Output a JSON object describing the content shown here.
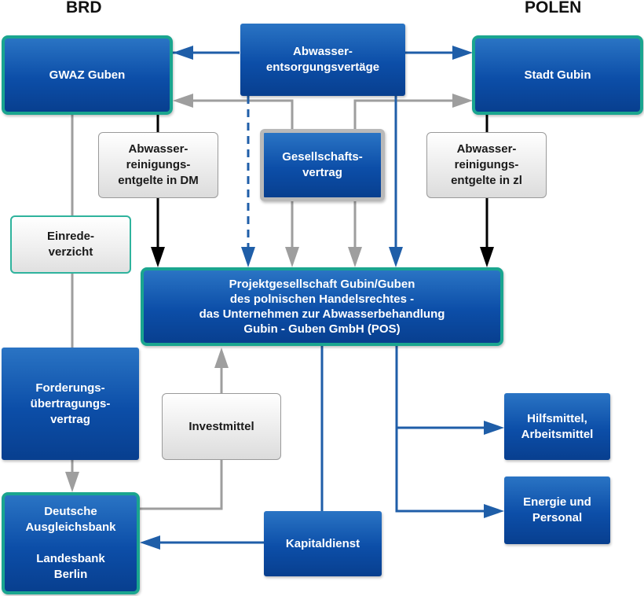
{
  "headers": {
    "left": "BRD",
    "right": "POLEN"
  },
  "nodes": {
    "gwaz": "GWAZ Guben",
    "abwasser_vertraege": "Abwasser-\nentsorgungsvertäge",
    "stadt_gubin": "Stadt Gubin",
    "entgelte_dm": "Abwasser-\nreinigungs-\nentgelte in DM",
    "gesellschaftsvertrag": "Gesellschafts-\nvertrag",
    "entgelte_zl": "Abwasser-\nreinigungs-\nentgelte in zl",
    "einredeverzicht": "Einrede-\nverzicht",
    "pos": "Projektgesellschaft Gubin/Guben\ndes polnischen Handelsrechtes -\ndas Unternehmen zur Abwasserbehandlung\nGubin - Guben GmbH (POS)",
    "forderung": "Forderungs-\nübertragungs-\nvertrag",
    "investmittel": "Investmittel",
    "hilfsmittel": "Hilfsmittel,\nArbeitsmittel",
    "energie": "Energie und\nPersonal",
    "bank": "Deutsche\nAusgleichsbank\n\nLandesbank\nBerlin",
    "kapitaldienst": "Kapitaldienst"
  },
  "colors": {
    "blue_line": "#1f5ea8",
    "gray_line": "#9e9e9e",
    "black_line": "#000000",
    "teal_border": "#1aa58f"
  }
}
